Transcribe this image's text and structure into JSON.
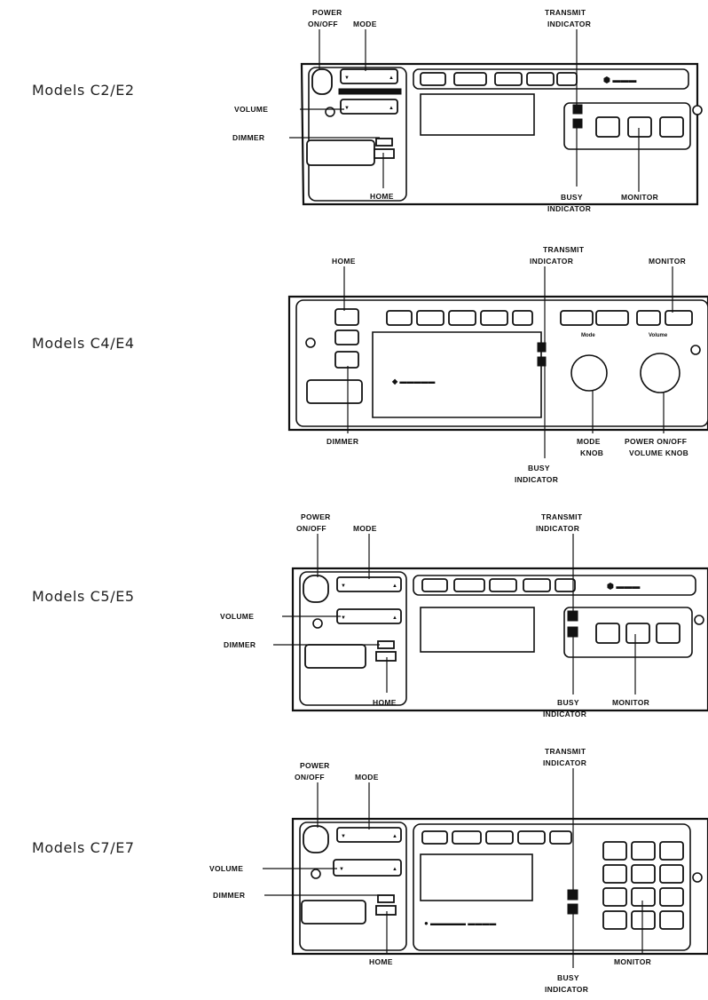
{
  "models": [
    {
      "label": "Models C2/E2",
      "callouts": {
        "power": [
          "POWER",
          "ON/OFF"
        ],
        "mode": "MODE",
        "volume": "VOLUME",
        "dimmer": "DIMMER",
        "home": "HOME",
        "transmit": [
          "TRANSMIT",
          "INDICATOR"
        ],
        "busy": [
          "BUSY",
          "INDICATOR"
        ],
        "monitor": "MONITOR"
      }
    },
    {
      "label": "Models C4/E4",
      "callouts": {
        "home": "HOME",
        "transmit": [
          "TRANSMIT",
          "INDICATOR"
        ],
        "monitor": "MONITOR",
        "dimmer": "DIMMER",
        "mode_knob": [
          "MODE",
          "KNOB"
        ],
        "power_volume_knob": [
          "POWER ON/OFF",
          "VOLUME KNOB"
        ],
        "busy": [
          "BUSY",
          "INDICATOR"
        ],
        "mode_caption": "Mode",
        "volume_caption": "Volume"
      }
    },
    {
      "label": "Models C5/E5",
      "callouts": {
        "power": [
          "POWER",
          "ON/OFF"
        ],
        "mode": "MODE",
        "volume": "VOLUME",
        "dimmer": "DIMMER",
        "home": "HOME",
        "transmit": [
          "TRANSMIT",
          "INDICATOR"
        ],
        "busy": [
          "BUSY",
          "INDICATOR"
        ],
        "monitor": "MONITOR"
      }
    },
    {
      "label": "Models C7/E7",
      "callouts": {
        "power": [
          "POWER",
          "ON/OFF"
        ],
        "mode": "MODE",
        "volume": "VOLUME",
        "dimmer": "DIMMER",
        "home": "HOME",
        "transmit": [
          "TRANSMIT",
          "INDICATOR"
        ],
        "busy": [
          "BUSY",
          "INDICATOR"
        ],
        "monitor": "MONITOR"
      }
    }
  ]
}
